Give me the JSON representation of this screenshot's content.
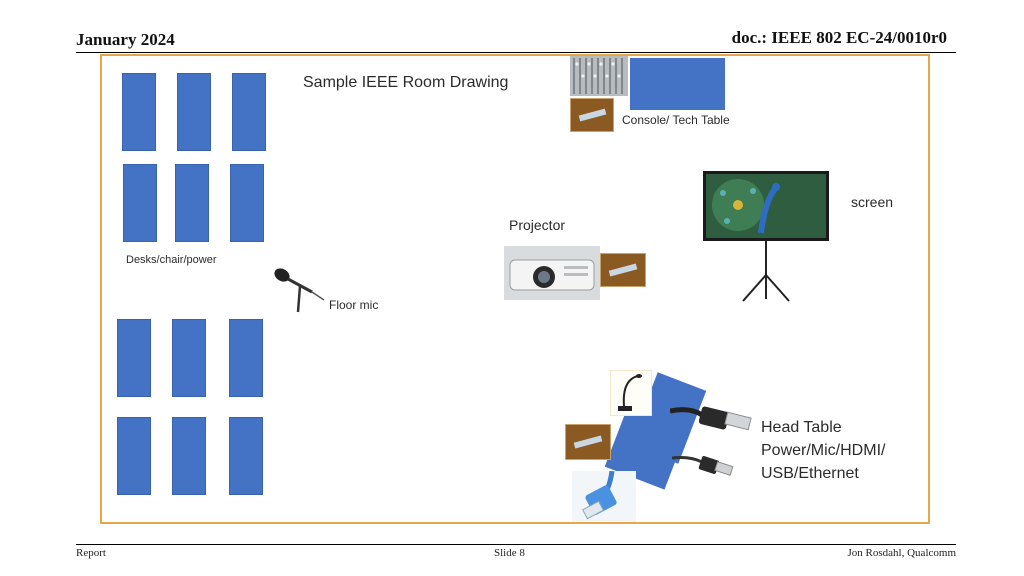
{
  "header": {
    "date": "January 2024",
    "doc": "doc.: IEEE 802 EC-24/0010r0"
  },
  "footer": {
    "left": "Report",
    "center": "Slide 8",
    "right": "Jon Rosdahl, Qualcomm"
  },
  "diagram": {
    "title": "Sample IEEE Room Drawing",
    "desks_label": "Desks/chair/power",
    "floor_mic_label": "Floor mic",
    "console_label": "Console/ Tech Table",
    "projector_label": "Projector",
    "screen_label": "screen",
    "head_table_lines": [
      "Head Table",
      "Power/Mic/HDMI/",
      "USB/Ethernet"
    ]
  },
  "colors": {
    "desk": "#4472c4",
    "frame": "#e8a64a",
    "power_strip": "#8a5a22"
  },
  "icons": [
    "microphone-icon",
    "projector-icon",
    "screen-icon",
    "usb-cable-icon",
    "ethernet-cable-icon",
    "hdmi-cable-icon",
    "gooseneck-mic-icon",
    "power-strip-icon",
    "mixing-console-icon"
  ]
}
